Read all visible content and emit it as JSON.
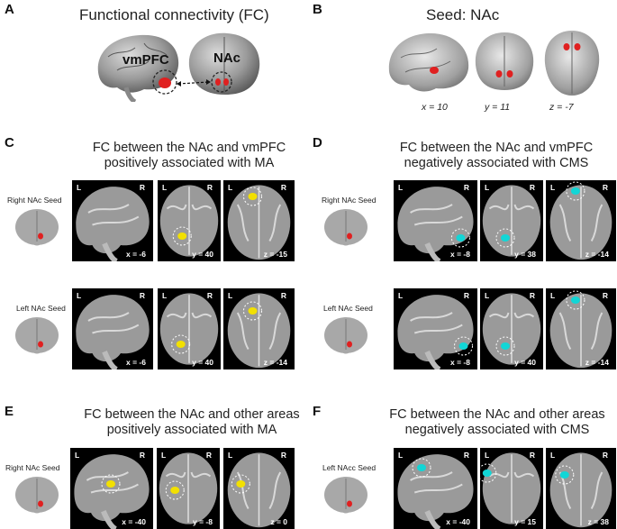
{
  "panels": {
    "A": {
      "label": "A",
      "title": "Functional connectivity (FC)",
      "region1": "vmPFC",
      "region2": "NAc"
    },
    "B": {
      "label": "B",
      "title": "Seed: NAc",
      "coords": [
        "x = 10",
        "y = 11",
        "z = -7"
      ]
    },
    "C": {
      "label": "C",
      "title_line1": "FC between the NAc and vmPFC",
      "title_line2": "positively associated with MA",
      "rows": [
        {
          "seed": "Right NAc Seed",
          "coords": [
            "x = -6",
            "y = 40",
            "z = -15"
          ]
        },
        {
          "seed": "Left NAc Seed",
          "coords": [
            "x = -6",
            "y = 40",
            "z = -14"
          ]
        }
      ]
    },
    "D": {
      "label": "D",
      "title_line1": "FC between the NAc and vmPFC",
      "title_line2": "negatively associated with CMS",
      "rows": [
        {
          "seed": "Right NAc Seed",
          "coords": [
            "x = -8",
            "y = 38",
            "z = -14"
          ]
        },
        {
          "seed": "Left NAc Seed",
          "coords": [
            "x = -8",
            "y = 40",
            "z = -14"
          ]
        }
      ]
    },
    "E": {
      "label": "E",
      "title_line1": "FC between the NAc and other areas",
      "title_line2": "positively associated with MA",
      "rows": [
        {
          "seed": "Right NAc Seed",
          "coords": [
            "x = -40",
            "y = -8",
            "z = 0"
          ]
        }
      ]
    },
    "F": {
      "label": "F",
      "title_line1": "FC between the NAc and other areas",
      "title_line2": "negatively associated with CMS",
      "rows": [
        {
          "seed": "Left NAcc Seed",
          "coords": [
            "x = -40",
            "y = 15",
            "z = 38"
          ]
        }
      ]
    }
  },
  "orientation": {
    "left": "L",
    "right": "R"
  },
  "colors": {
    "seed": "#e02020",
    "positive": "#f2e000",
    "negative": "#12d6d6"
  }
}
